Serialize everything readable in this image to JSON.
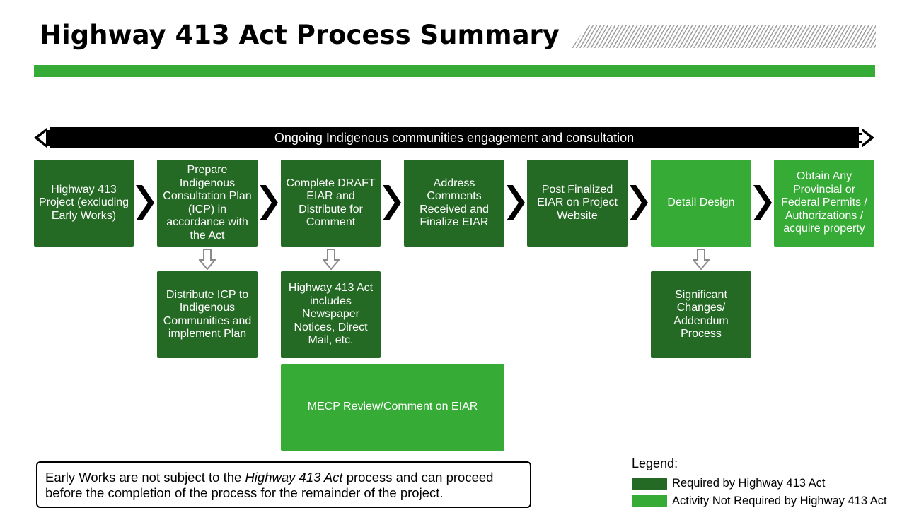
{
  "title": "Highway 413 Act Process Summary",
  "banner": "Ongoing Indigenous communities engagement and consultation",
  "steps": [
    {
      "label": "Highway 413 Project (excluding Early Works)",
      "type": "required"
    },
    {
      "label": "Prepare Indigenous Consultation Plan (ICP) in accordance with the Act",
      "type": "required"
    },
    {
      "label": "Complete DRAFT EIAR and Distribute for Comment",
      "type": "required"
    },
    {
      "label": "Address Comments Received and Finalize EIAR",
      "type": "required"
    },
    {
      "label": "Post Finalized EIAR on Project Website",
      "type": "required"
    },
    {
      "label": "Detail Design",
      "type": "not-required"
    },
    {
      "label": "Obtain Any Provincial or Federal Permits / Authorizations / acquire property",
      "type": "not-required"
    }
  ],
  "sub_steps": {
    "distribute_icp": "Distribute ICP to Indigenous Communities and implement Plan",
    "notices": "Highway 413 Act includes Newspaper Notices, Direct Mail, etc.",
    "mecp_review": "MECP Review/Comment on EIAR",
    "significant_changes": "Significant Changes/ Addendum Process"
  },
  "note": {
    "part1": "Early Works are not subject to the ",
    "italic": "Highway 413 Act",
    "part2": " process and can proceed before the completion of the process for the remainder of the project."
  },
  "legend": {
    "title": "Legend:",
    "required": "Required by Highway 413 Act",
    "not_required": "Activity Not Required by Highway 413 Act"
  },
  "colors": {
    "required": "#256a24",
    "not_required": "#36ac36",
    "title_bar": "#36ac36",
    "banner": "#000000"
  }
}
